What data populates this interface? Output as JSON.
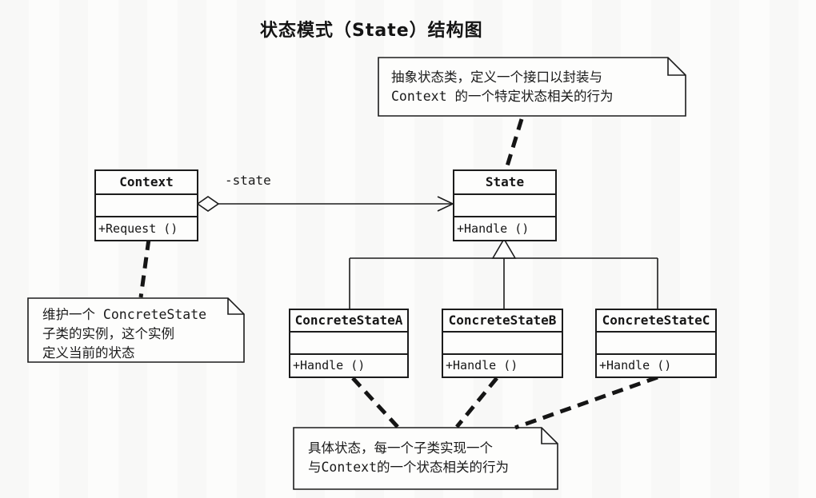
{
  "title": "状态模式（State）结构图",
  "association_label": "-state",
  "classes": [
    {
      "name": "Context",
      "method": "+Request ()"
    },
    {
      "name": "State",
      "method": "+Handle ()"
    },
    {
      "name": "ConcreteStateA",
      "method": "+Handle ()"
    },
    {
      "name": "ConcreteStateB",
      "method": "+Handle ()"
    },
    {
      "name": "ConcreteStateC",
      "method": "+Handle ()"
    }
  ],
  "notes": {
    "state_note": {
      "lines": [
        "抽象状态类，定义一个接口以封装与",
        "Context 的一个特定状态相关的行为"
      ]
    },
    "context_note": {
      "lines": [
        "维护一个 ConcreteState",
        "子类的实例，这个实例",
        "定义当前的状态"
      ]
    },
    "concrete_note": {
      "lines": [
        "具体状态，每一个子类实现一个",
        "与Context的一个状态相关的行为"
      ]
    }
  },
  "colors": {
    "line": "#1c1c1c",
    "background": "#fcfcfb",
    "shape_fill": "#fdfdfc"
  }
}
